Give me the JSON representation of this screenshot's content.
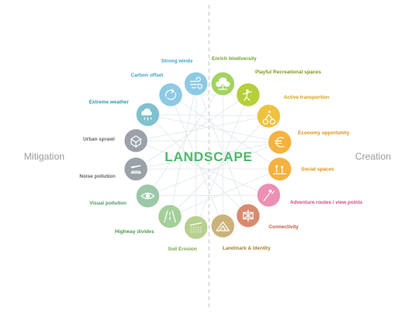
{
  "center_title": "LANDSCAPE",
  "left_title": "Mitigation",
  "right_title": "Creation",
  "colors": {
    "center_text": "#4fb86b",
    "side_text": "#9b9b9b",
    "divider": "#c8c8c8",
    "spokes": "#dfe7ee"
  },
  "nodes": [
    {
      "label": "Strong winds",
      "color": "#8ec9e3",
      "label_color": "#3ea3c9",
      "icon": "wind-icon"
    },
    {
      "label": "Carbon offset",
      "color": "#8ec9e3",
      "label_color": "#3ea3c9",
      "icon": "carbon-cycle-icon"
    },
    {
      "label": "Extreme weather",
      "color": "#7fc1cf",
      "label_color": "#2f9aab",
      "icon": "storm-cloud-icon"
    },
    {
      "label": "Urban sprawl",
      "color": "#9aa1a8",
      "label_color": "#666666",
      "icon": "city-blocks-icon"
    },
    {
      "label": "Noise pollution",
      "color": "#9aa1a8",
      "label_color": "#666666",
      "icon": "airplane-car-icon"
    },
    {
      "label": "Visual pollution",
      "color": "#9cc7a9",
      "label_color": "#4f9a66",
      "icon": "eye-icon"
    },
    {
      "label": "Highway divides",
      "color": "#a4cf9a",
      "label_color": "#4f9a4f",
      "icon": "road-icon"
    },
    {
      "label": "Soil Erosion",
      "color": "#b7cf8f",
      "label_color": "#7aa54a",
      "icon": "erosion-icon"
    },
    {
      "label": "Landmark & Identity",
      "color": "#cbb27a",
      "label_color": "#a47f30",
      "icon": "landmark-icon"
    },
    {
      "label": "Connectivity",
      "color": "#d98a6e",
      "label_color": "#c45a3a",
      "icon": "network-icon"
    },
    {
      "label": "Adventure routes / view points",
      "color": "#ec8fb3",
      "label_color": "#d94a86",
      "icon": "viewpoint-icon"
    },
    {
      "label": "Social spaces",
      "color": "#f5b23f",
      "label_color": "#e08f15",
      "icon": "people-icon"
    },
    {
      "label": "Economy opportunity",
      "color": "#f5b23f",
      "label_color": "#e08f15",
      "icon": "euro-icon"
    },
    {
      "label": "Active transportion",
      "color": "#eec23e",
      "label_color": "#d4a010",
      "icon": "cyclist-icon"
    },
    {
      "label": "Playful Recreational spaces",
      "color": "#b5cf3a",
      "label_color": "#7d9a14",
      "icon": "play-icon"
    },
    {
      "label": "Enrich biodiversity",
      "color": "#a2d45e",
      "label_color": "#6da52a",
      "icon": "tree-icon"
    }
  ]
}
